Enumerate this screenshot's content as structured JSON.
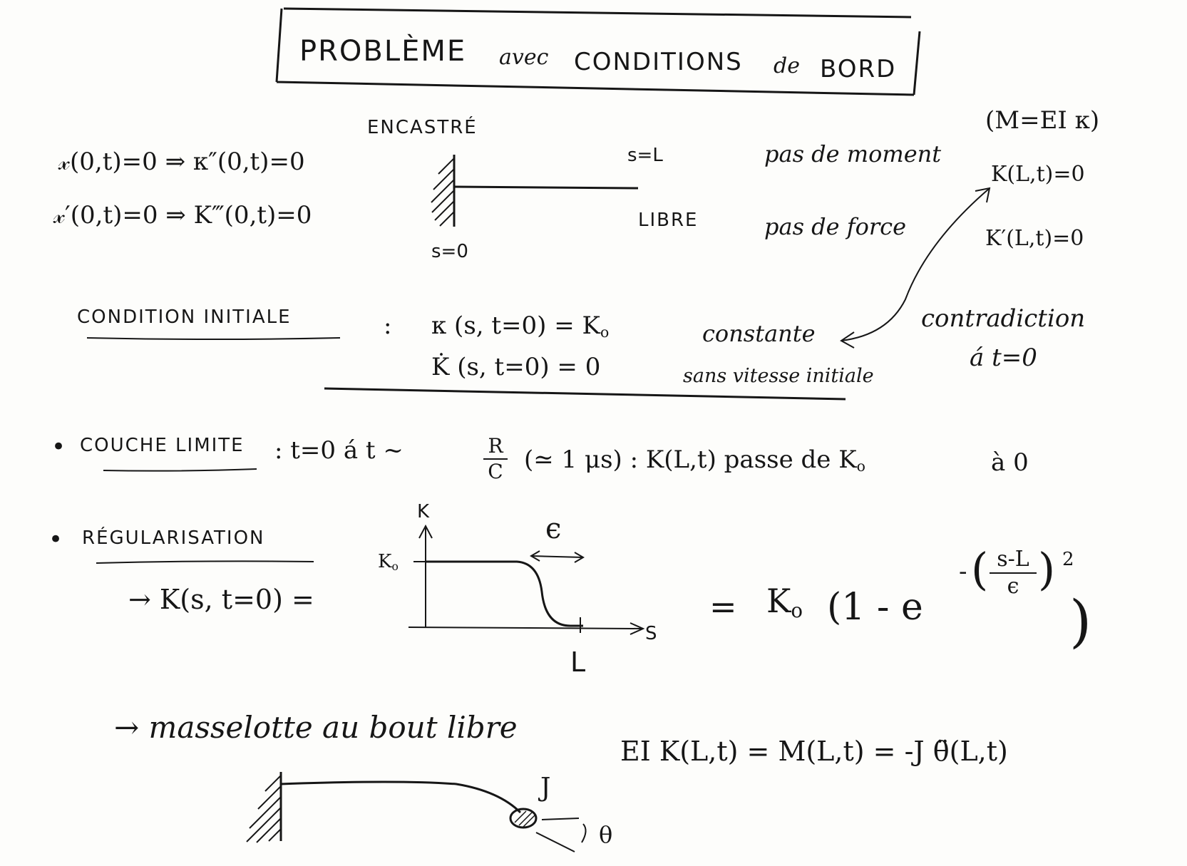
{
  "title": {
    "word1": "PROBLÈME",
    "word2": "avec",
    "word3": "CONDITIONS",
    "word4": "de",
    "word5": "BORD"
  },
  "boundary": {
    "encastre": "ENCASTRÉ",
    "left_eq1": "𝓍(0,t)=0 ⇒ κ″(0,t)=0",
    "left_eq2": "𝓍′(0,t)=0 ⇒ K‴(0,t)=0",
    "s_zero": "s=0",
    "s_L": "s=L",
    "libre": "LIBRE",
    "pas_moment": "pas de moment",
    "pas_force": "pas de force",
    "moment_relation": "(M=EI κ)",
    "right_eq1": "K(L,t)=0",
    "right_eq2": "K′(L,t)=0"
  },
  "initial": {
    "heading": "CONDITION INITIALE",
    "colon": ":",
    "eq1": "κ (s, t=0) = K",
    "eq1_sub": "o",
    "eq1_note": "constante",
    "eq2": "K̇ (s, t=0) = 0",
    "eq2_note": "sans vitesse initiale",
    "contradiction_1": "contradiction",
    "contradiction_2": "á t=0"
  },
  "couche": {
    "bullet": "•",
    "heading": "COUCHE LIMITE",
    "text1": ": t=0 á t ~",
    "frac_num": "R",
    "frac_den": "C",
    "text2": "(≃ 1 μs) : K(L,t) passe de K",
    "text2_sub": "o",
    "text3": "à 0"
  },
  "regular": {
    "bullet": "•",
    "heading": "RÉGULARISATION",
    "lhs": "→ K(s, t=0) =",
    "axis_y": "K",
    "axis_x": "S",
    "k0_label": "K",
    "k0_sub": "o",
    "epsilon": "ϵ",
    "L_label": "L",
    "rhs_eq": "=",
    "rhs_k": "K",
    "rhs_k_sub": "o",
    "rhs_body": "(1 - e",
    "exponent_minus": "-",
    "exp_num": "s-L",
    "exp_den": "ϵ",
    "exp_power": "2",
    "rhs_close": ")"
  },
  "masselotte": {
    "text": "→ masselotte au bout libre",
    "equation": "EI K(L,t) = M(L,t) = -J θ̈(L,t)",
    "J_label": "J",
    "theta_label": "θ"
  }
}
